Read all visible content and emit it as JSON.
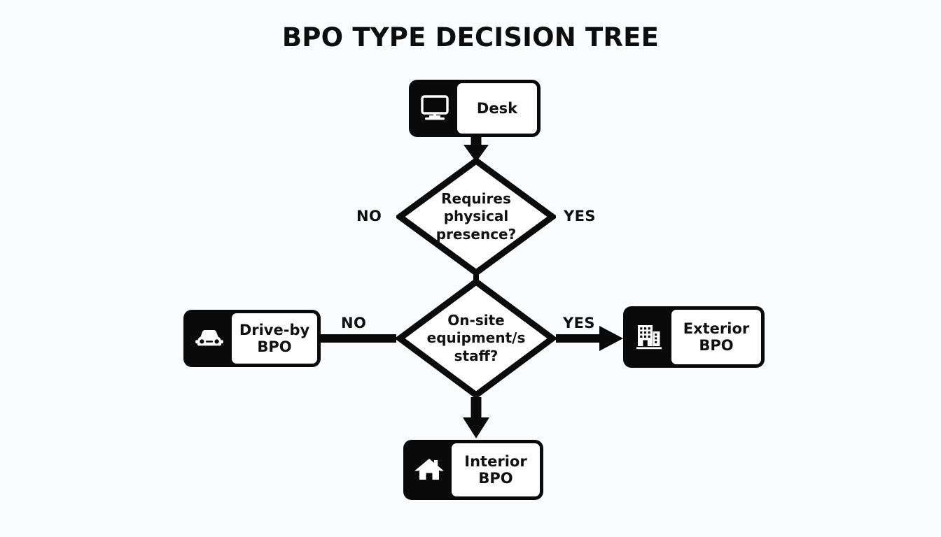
{
  "title": "BPO TYPE DECISION TREE",
  "theme": {
    "background": "#fbfcfd",
    "ink": "#0a0a0a",
    "panel": "#ffffff"
  },
  "nodes": [
    {
      "id": "desk",
      "label": "Desk",
      "label_lines": [
        "Desk"
      ],
      "icon": "desktop-monitor-icon"
    },
    {
      "id": "drive",
      "label": "Drive-by BPO",
      "label_lines": [
        "Drive-by",
        "BPO"
      ],
      "icon": "car-icon"
    },
    {
      "id": "exterior",
      "label": "Exterior BPO",
      "label_lines": [
        "Exterior BPO"
      ],
      "icon": "office-building-icon"
    },
    {
      "id": "interior",
      "label": "Interior BPO",
      "label_lines": [
        "Interior BPO"
      ],
      "icon": "house-icon"
    }
  ],
  "decisions": [
    {
      "id": "presence",
      "lines": [
        "Requires",
        "physical",
        "presence?"
      ]
    },
    {
      "id": "onsite",
      "lines": [
        "On-site",
        "equipment/s",
        "staff?"
      ]
    }
  ],
  "edge_labels": {
    "presence_no": "NO",
    "presence_yes": "YES",
    "onsite_no": "NO",
    "onsite_yes": "YES"
  },
  "chart_data": {
    "type": "diagram",
    "diagram_type": "decision-tree",
    "title": "BPO TYPE DECISION TREE",
    "nodes": [
      {
        "id": "desk",
        "kind": "terminal",
        "text": "Desk"
      },
      {
        "id": "presence",
        "kind": "decision",
        "text": "Requires physical presence?"
      },
      {
        "id": "onsite",
        "kind": "decision",
        "text": "On-site equipment/s staff?"
      },
      {
        "id": "drive",
        "kind": "terminal",
        "text": "Drive-by BPO"
      },
      {
        "id": "exterior",
        "kind": "terminal",
        "text": "Exterior BPO"
      },
      {
        "id": "interior",
        "kind": "terminal",
        "text": "Interior BPO"
      }
    ],
    "edges": [
      {
        "from": "desk",
        "to": "presence",
        "label": "",
        "arrow": true
      },
      {
        "from": "presence",
        "to": "onsite",
        "label": "",
        "arrow": false
      },
      {
        "from": "onsite",
        "to": "drive",
        "label": "NO",
        "arrow": false
      },
      {
        "from": "onsite",
        "to": "exterior",
        "label": "YES",
        "arrow": true
      },
      {
        "from": "onsite",
        "to": "interior",
        "label": "",
        "arrow": true
      }
    ],
    "floating_labels": [
      {
        "text": "NO",
        "near": "presence",
        "side": "left"
      },
      {
        "text": "YES",
        "near": "presence",
        "side": "right"
      }
    ]
  }
}
